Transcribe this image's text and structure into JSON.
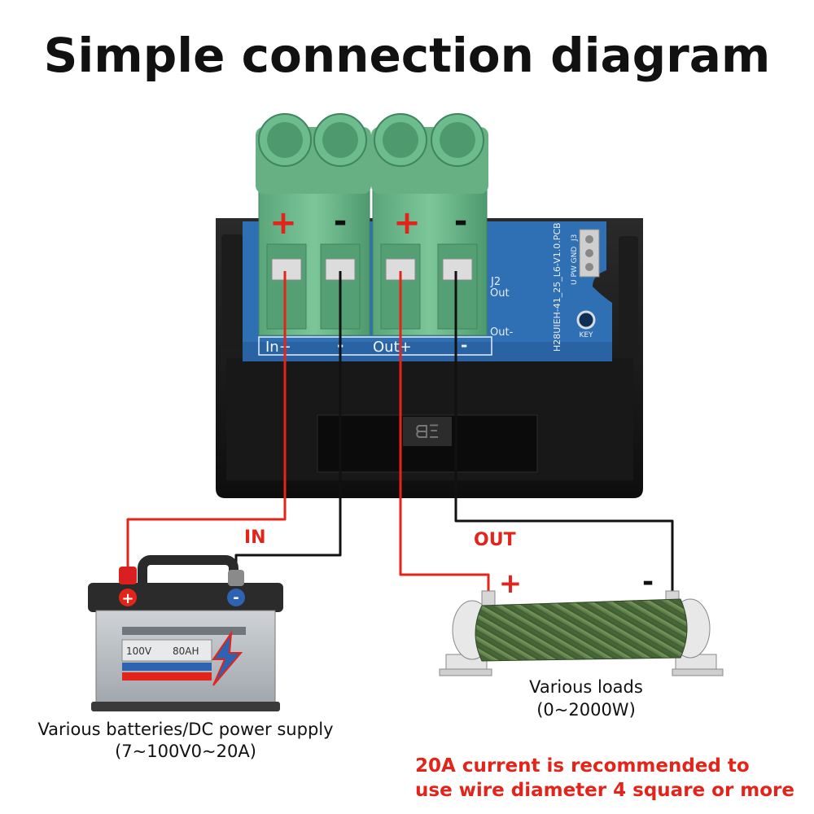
{
  "title": "Simple connection diagram",
  "terminals": {
    "in_plus": "+",
    "in_minus": "-",
    "out_plus": "+",
    "out_minus": "-"
  },
  "board": {
    "label_in": "In+",
    "label_in_minus": "-",
    "label_out": "Out+",
    "label_out_minus": "-",
    "label_j2": "J2",
    "label_out_side": "Out",
    "label_out_minus_side": "Out-",
    "pcb_code": "H28UIEH-41_25_L6-V1.0.PCB",
    "pin_labels": "U PW GND",
    "key_label": "KEY",
    "connector_label": "J3"
  },
  "wire_labels": {
    "in": "IN",
    "out": "OUT",
    "load_plus": "+",
    "load_minus": "-"
  },
  "battery": {
    "voltage": "100V",
    "capacity": "80AH",
    "plus": "+",
    "minus": "-",
    "caption_line1": "Various batteries/DC power supply",
    "caption_line2": "(7~100V0~20A)"
  },
  "load": {
    "caption_line1": "Various loads",
    "caption_line2": "(0~2000W)"
  },
  "note": {
    "line1": "20A current is recommended to",
    "line2": "use wire diameter 4 square or more"
  },
  "colors": {
    "wire_red": "#e3241b",
    "wire_black": "#111111",
    "terminal_green": "#6fb98f",
    "pcb_blue": "#2f6fb4",
    "resistor_green": "#5d7e48",
    "note_red": "#e3241b"
  }
}
